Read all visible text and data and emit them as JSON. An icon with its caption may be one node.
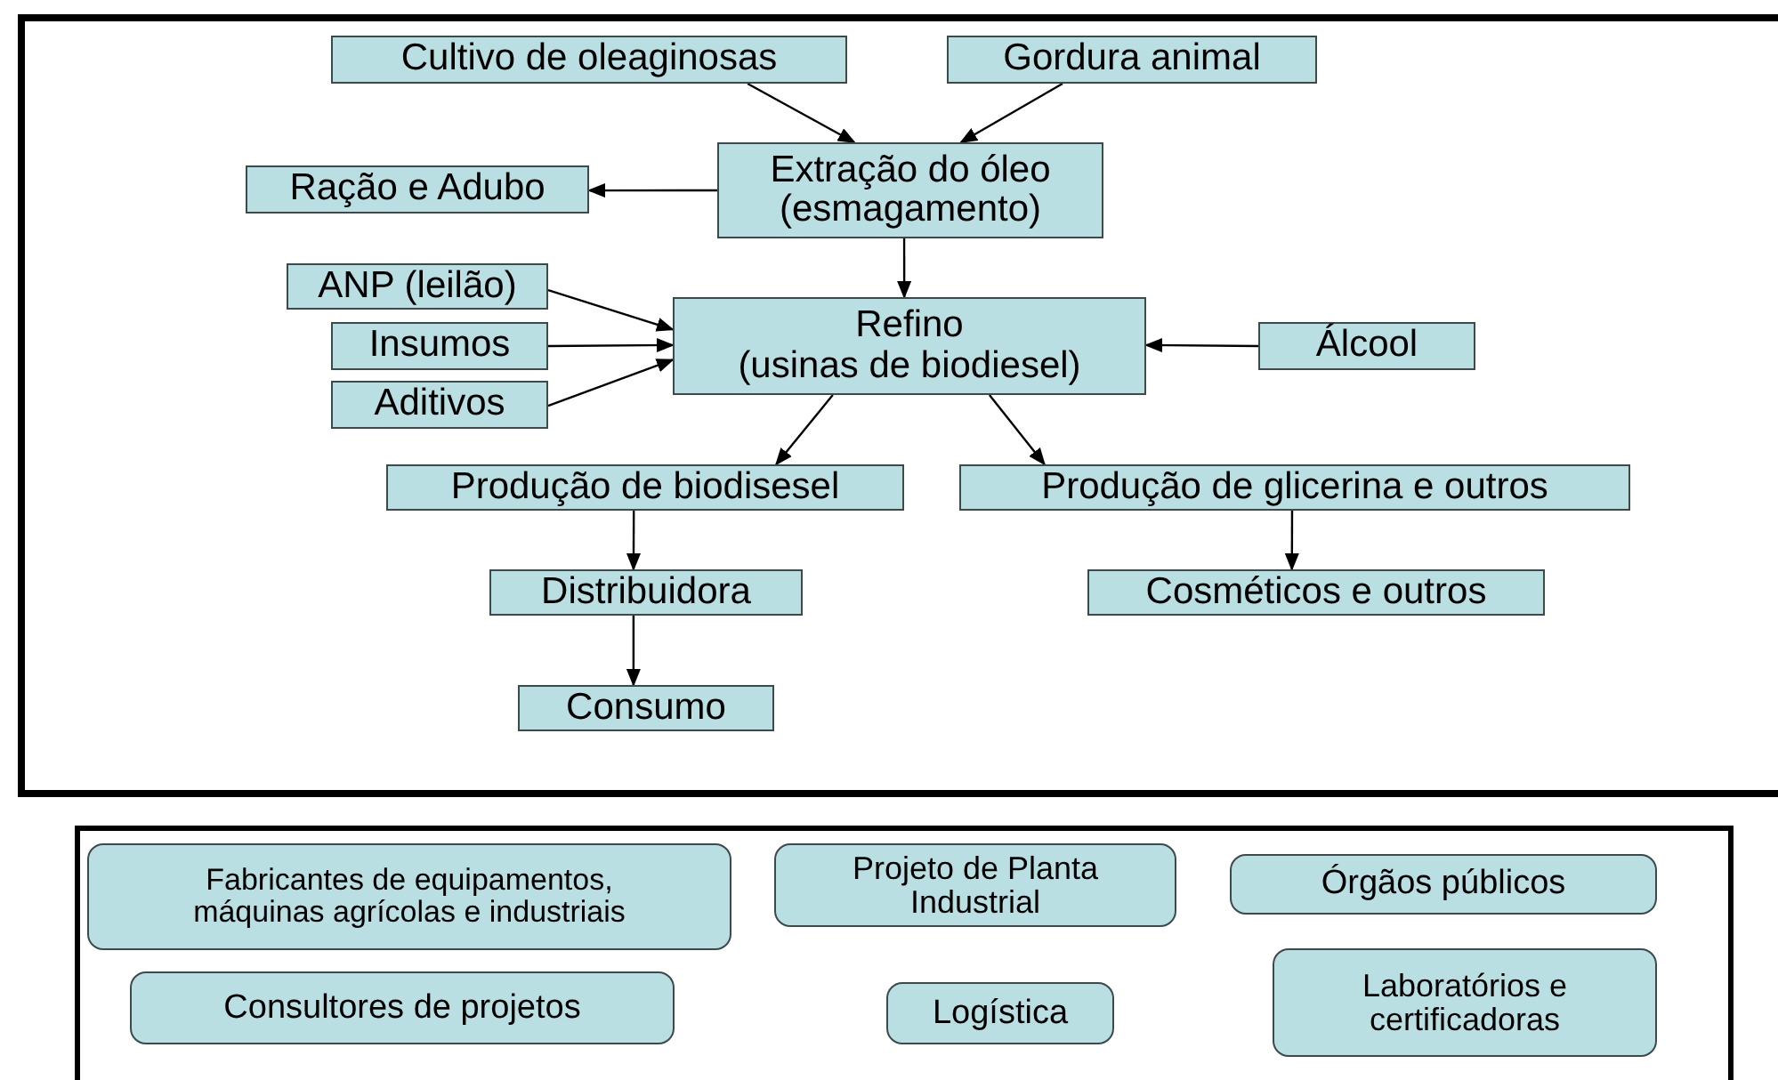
{
  "diagram": {
    "nodes": [
      {
        "text": [],
        "shape": "box"
      },
      {
        "text": [
          "Cultivo de oleaginosas"
        ],
        "in": 0
      },
      {
        "text": [
          "Gordura animal"
        ],
        "in": 0
      },
      {
        "text": [
          "Extração do óleo",
          "(esmagamento)"
        ],
        "in": 0
      },
      {
        "text": [
          "Ração e Adubo"
        ],
        "in": 0
      },
      {
        "text": [
          "ANP (leilão)"
        ],
        "in": 0
      },
      {
        "text": [
          "Insumos"
        ],
        "in": 0
      },
      {
        "text": [
          "Aditivos"
        ],
        "in": 0
      },
      {
        "text": [
          "Refino",
          "(usinas de biodiesel)"
        ],
        "in": 0
      },
      {
        "text": [
          "Álcool"
        ],
        "in": 0
      },
      {
        "text": [
          "Produção de biodisesel"
        ],
        "in": 0
      },
      {
        "text": [
          "Produção de glicerina e outros"
        ],
        "in": 0
      },
      {
        "text": [
          "Distribuidora"
        ],
        "in": 0
      },
      {
        "text": [
          "Cosméticos e outros"
        ],
        "in": 0
      },
      {
        "text": [
          "Consumo"
        ],
        "in": 0
      },
      {
        "text": [],
        "shape": "box"
      },
      {
        "text": [
          "Fabricantes de equipamentos, máquinas agrícolas e industriais"
        ],
        "in": 15
      },
      {
        "text": [
          "Projeto de Planta Industrial"
        ],
        "in": 15
      },
      {
        "text": [
          "Órgãos públicos"
        ],
        "in": 15
      },
      {
        "text": [
          "Consultores de projetos"
        ],
        "in": 15
      },
      {
        "text": [
          "Logística"
        ],
        "in": 15
      },
      {
        "text": [
          "Laboratórios e certificadoras"
        ],
        "in": 15
      }
    ],
    "edges": [
      {
        "from": 1,
        "to": 3,
        "arrow": "to"
      },
      {
        "from": 2,
        "to": 3,
        "arrow": "to"
      },
      {
        "from": 3,
        "to": 4,
        "arrow": "to"
      },
      {
        "from": 3,
        "to": 8,
        "arrow": "to"
      },
      {
        "from": 5,
        "to": 8,
        "arrow": "to"
      },
      {
        "from": 6,
        "to": 8,
        "arrow": "to"
      },
      {
        "from": 7,
        "to": 8,
        "arrow": "to"
      },
      {
        "from": 9,
        "to": 8,
        "arrow": "to"
      },
      {
        "from": 8,
        "to": 10,
        "arrow": "to"
      },
      {
        "from": 8,
        "to": 11,
        "arrow": "to"
      },
      {
        "from": 10,
        "to": 12,
        "arrow": "to"
      },
      {
        "from": 12,
        "to": 14,
        "arrow": "to"
      },
      {
        "from": 11,
        "to": 13,
        "arrow": "to"
      }
    ]
  }
}
